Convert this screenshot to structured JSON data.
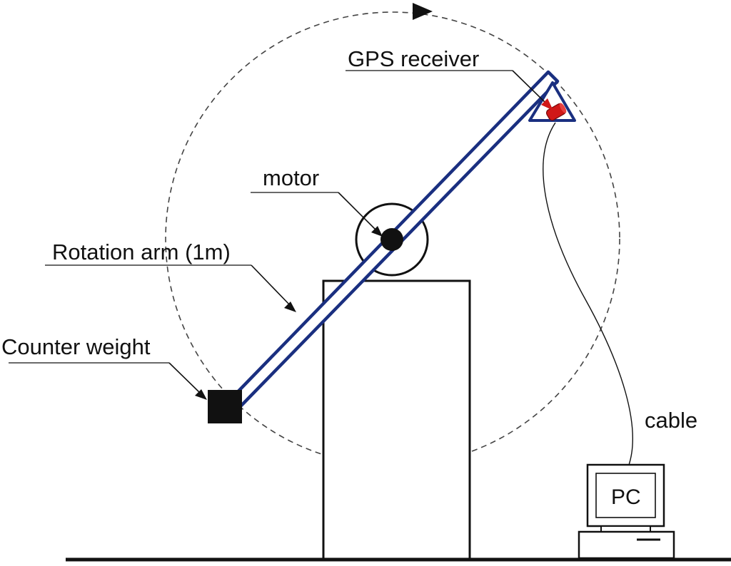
{
  "labels": {
    "gps_receiver": "GPS receiver",
    "motor": "motor",
    "rotation_arm": "Rotation arm (1m)",
    "counter_weight": "Counter weight",
    "cable": "cable",
    "pc": "PC"
  },
  "colors": {
    "arm": "#1a2f80",
    "gps": "#d01818",
    "line": "#111111"
  }
}
